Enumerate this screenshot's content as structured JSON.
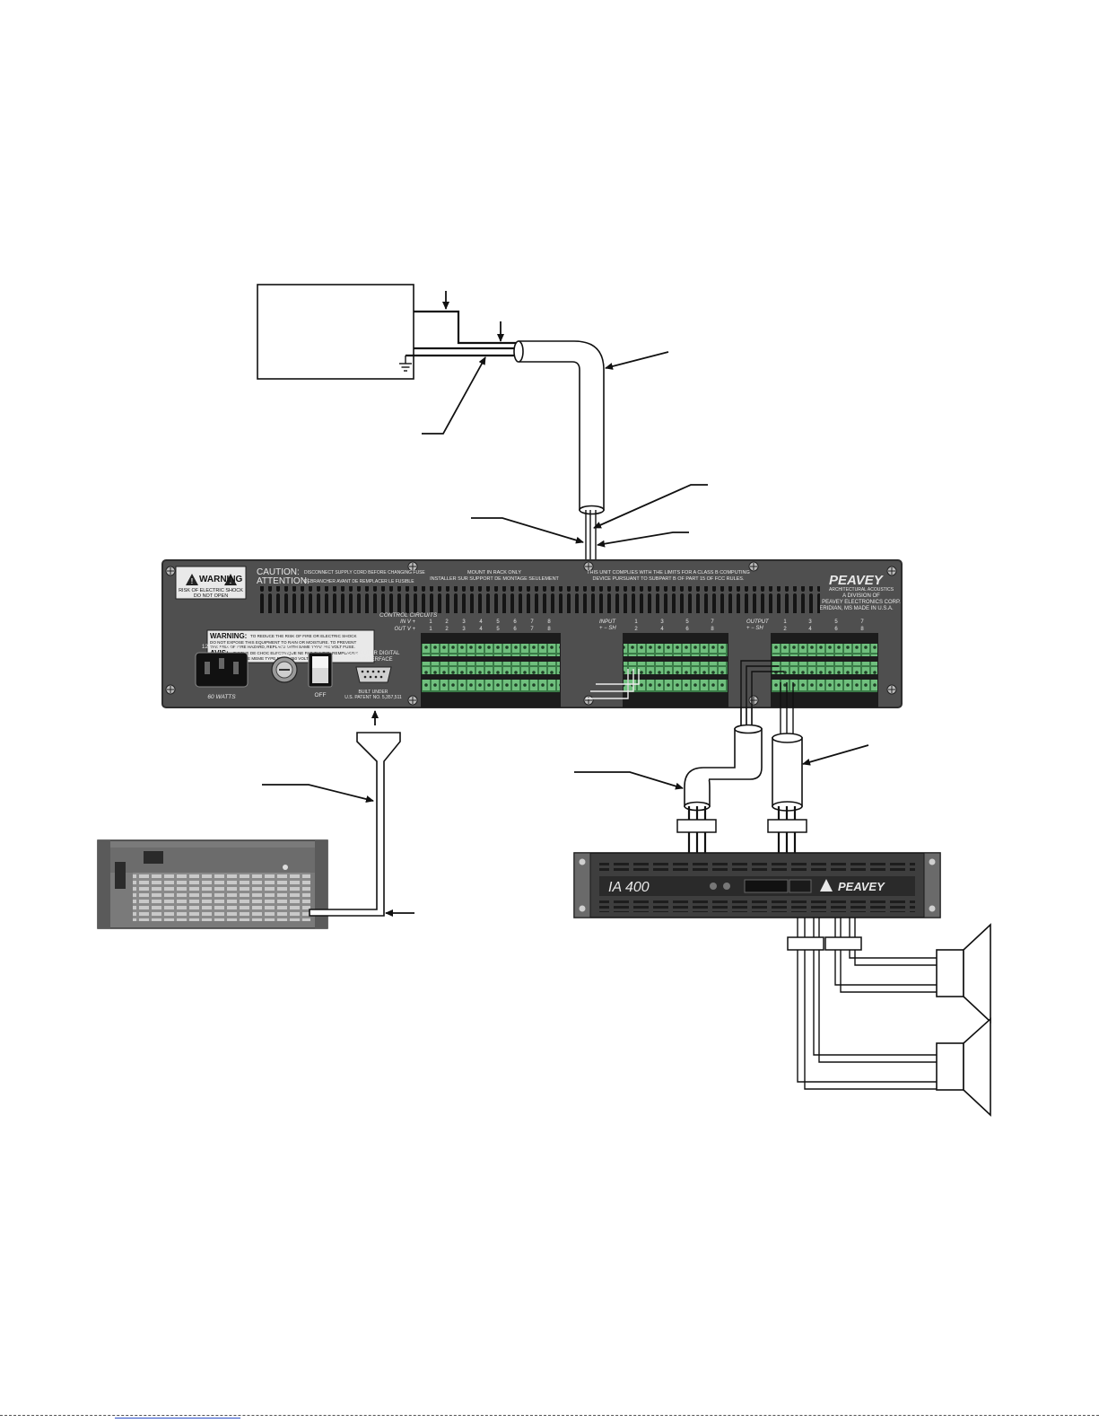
{
  "colors": {
    "panel": "#4f4f4f",
    "panel_edge": "#2d2d2d",
    "terminal_green": "#6fbf7d",
    "terminal_dark": "#1c1c1c",
    "amp_body": "#3e3e3e",
    "cable_fill": "#ffffff",
    "link_underline": "#2a4fc9"
  },
  "device_panel": {
    "caution_label": "CAUTION:",
    "caution_text": "DISCONNECT SUPPLY CORD BEFORE CHANGING FUSE",
    "attention_label": "ATTENTION:",
    "attention_text": "DEBRANCHER AVANT DE REMPLACER LE FUSIBLE",
    "warning_badge": "WARNING",
    "shock_line1": "RISK OF ELECTRIC SHOCK",
    "shock_line2": "DO NOT OPEN",
    "mount_line1": "MOUNT IN RACK ONLY",
    "mount_line2": "INSTALLER SUR SUPPORT DE MONTAGE SEULEMENT",
    "fcc_line1": "THIS UNIT COMPLIES WITH THE LIMITS FOR A CLASS B COMPUTING",
    "fcc_line2": "DEVICE PURSUANT TO SUBPART B OF PART 15 OF FCC RULES.",
    "brand": "PEAVEY",
    "brand_sub": "ARCHITECTURAL ACOUSTICS",
    "division_line1": "A DIVISION OF",
    "division_line2": "PEAVEY ELECTRONICS CORP.",
    "division_line3": "MERIDIAN, MS   MADE IN U.S.A.",
    "warning2_label": "WARNING:",
    "warning2_line1": "TO REDUCE THE RISK OF FIRE OR ELECTRIC SHOCK",
    "warning2_line2": "DO NOT EXPOSE THIS EQUIPMENT TO RAIN OR MOISTURE. TO PREVENT",
    "warning2_line3": "THE RISK OF FIRE HAZARD, REPLACE WITH SAME TYPE 250 VOLT FUSE.",
    "avis_label": "AVIS:",
    "avis_line1": "RISQUE DE CHOC ELECTRIQUE NE PAS OUVRIR. REMPLACER",
    "avis_line2": "PAR UN FUSIBLE DE MEME TYPE ET DE 250 VOLTS.",
    "power_in_label": "120 VAC  60 Hz",
    "watts_label": "60 WATTS",
    "fuse_label1": "FUSE",
    "fuse_label2": "1 AMP",
    "power_label": "POWER",
    "off_label": "OFF",
    "computer_label1": "COMPUTER DIGITAL",
    "computer_label2": "I/O INTERFACE",
    "patent_line1": "BUILT UNDER",
    "patent_line2": "U.S. PATENT NO. 5,357,511",
    "control_label": "CONTROL CIRCUITS",
    "in_row_label": "IN V +",
    "out_row_label": "OUT V +",
    "control_in_numbers": [
      "1",
      "2",
      "3",
      "4",
      "5",
      "6",
      "7",
      "8"
    ],
    "control_out_numbers": [
      "1",
      "2",
      "3",
      "4",
      "5",
      "6",
      "7",
      "8"
    ],
    "input_label": "INPUT",
    "input_sub": "+ − SH",
    "input_numbers": [
      "1",
      "2",
      "3",
      "4",
      "5",
      "6",
      "7",
      "8"
    ],
    "output_label": "OUTPUT",
    "output_sub": "+ − SH",
    "output_numbers": [
      "1",
      "2",
      "3",
      "4",
      "5",
      "6",
      "7",
      "8"
    ]
  },
  "amplifier": {
    "model": "IA 400",
    "brand": "PEAVEY"
  }
}
